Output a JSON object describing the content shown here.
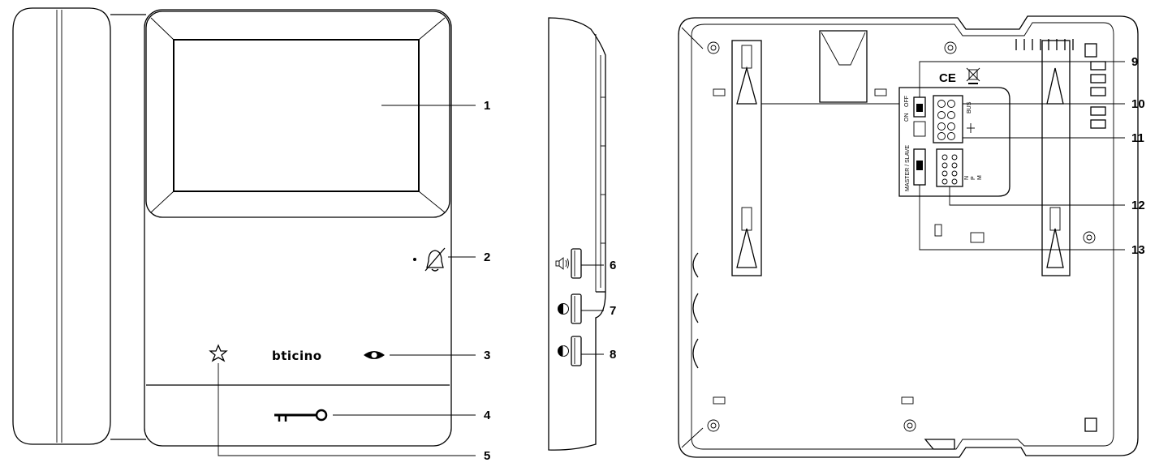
{
  "brand_logo_text": "bticino",
  "callouts": [
    {
      "n": "1",
      "label": "1"
    },
    {
      "n": "2",
      "label": "2"
    },
    {
      "n": "3",
      "label": "3"
    },
    {
      "n": "4",
      "label": "4"
    },
    {
      "n": "5",
      "label": "5"
    },
    {
      "n": "6",
      "label": "6"
    },
    {
      "n": "7",
      "label": "7"
    },
    {
      "n": "8",
      "label": "8"
    },
    {
      "n": "9",
      "label": "9"
    },
    {
      "n": "10",
      "label": "10"
    },
    {
      "n": "11",
      "label": "11"
    },
    {
      "n": "12",
      "label": "12"
    },
    {
      "n": "13",
      "label": "13"
    }
  ],
  "rear_labels": {
    "on": "ON",
    "off": "OFF",
    "bus": "BUS",
    "master_slave": "MASTER / SLAVE",
    "ce_mark": "CE",
    "config_n": "N",
    "config_p": "P",
    "config_m": "M"
  },
  "icons": [
    "bell-muted-icon",
    "star-icon",
    "eye-icon",
    "key-icon",
    "speaker-icon",
    "contrast-icon",
    "brightness-icon",
    "weee-bin-icon"
  ]
}
